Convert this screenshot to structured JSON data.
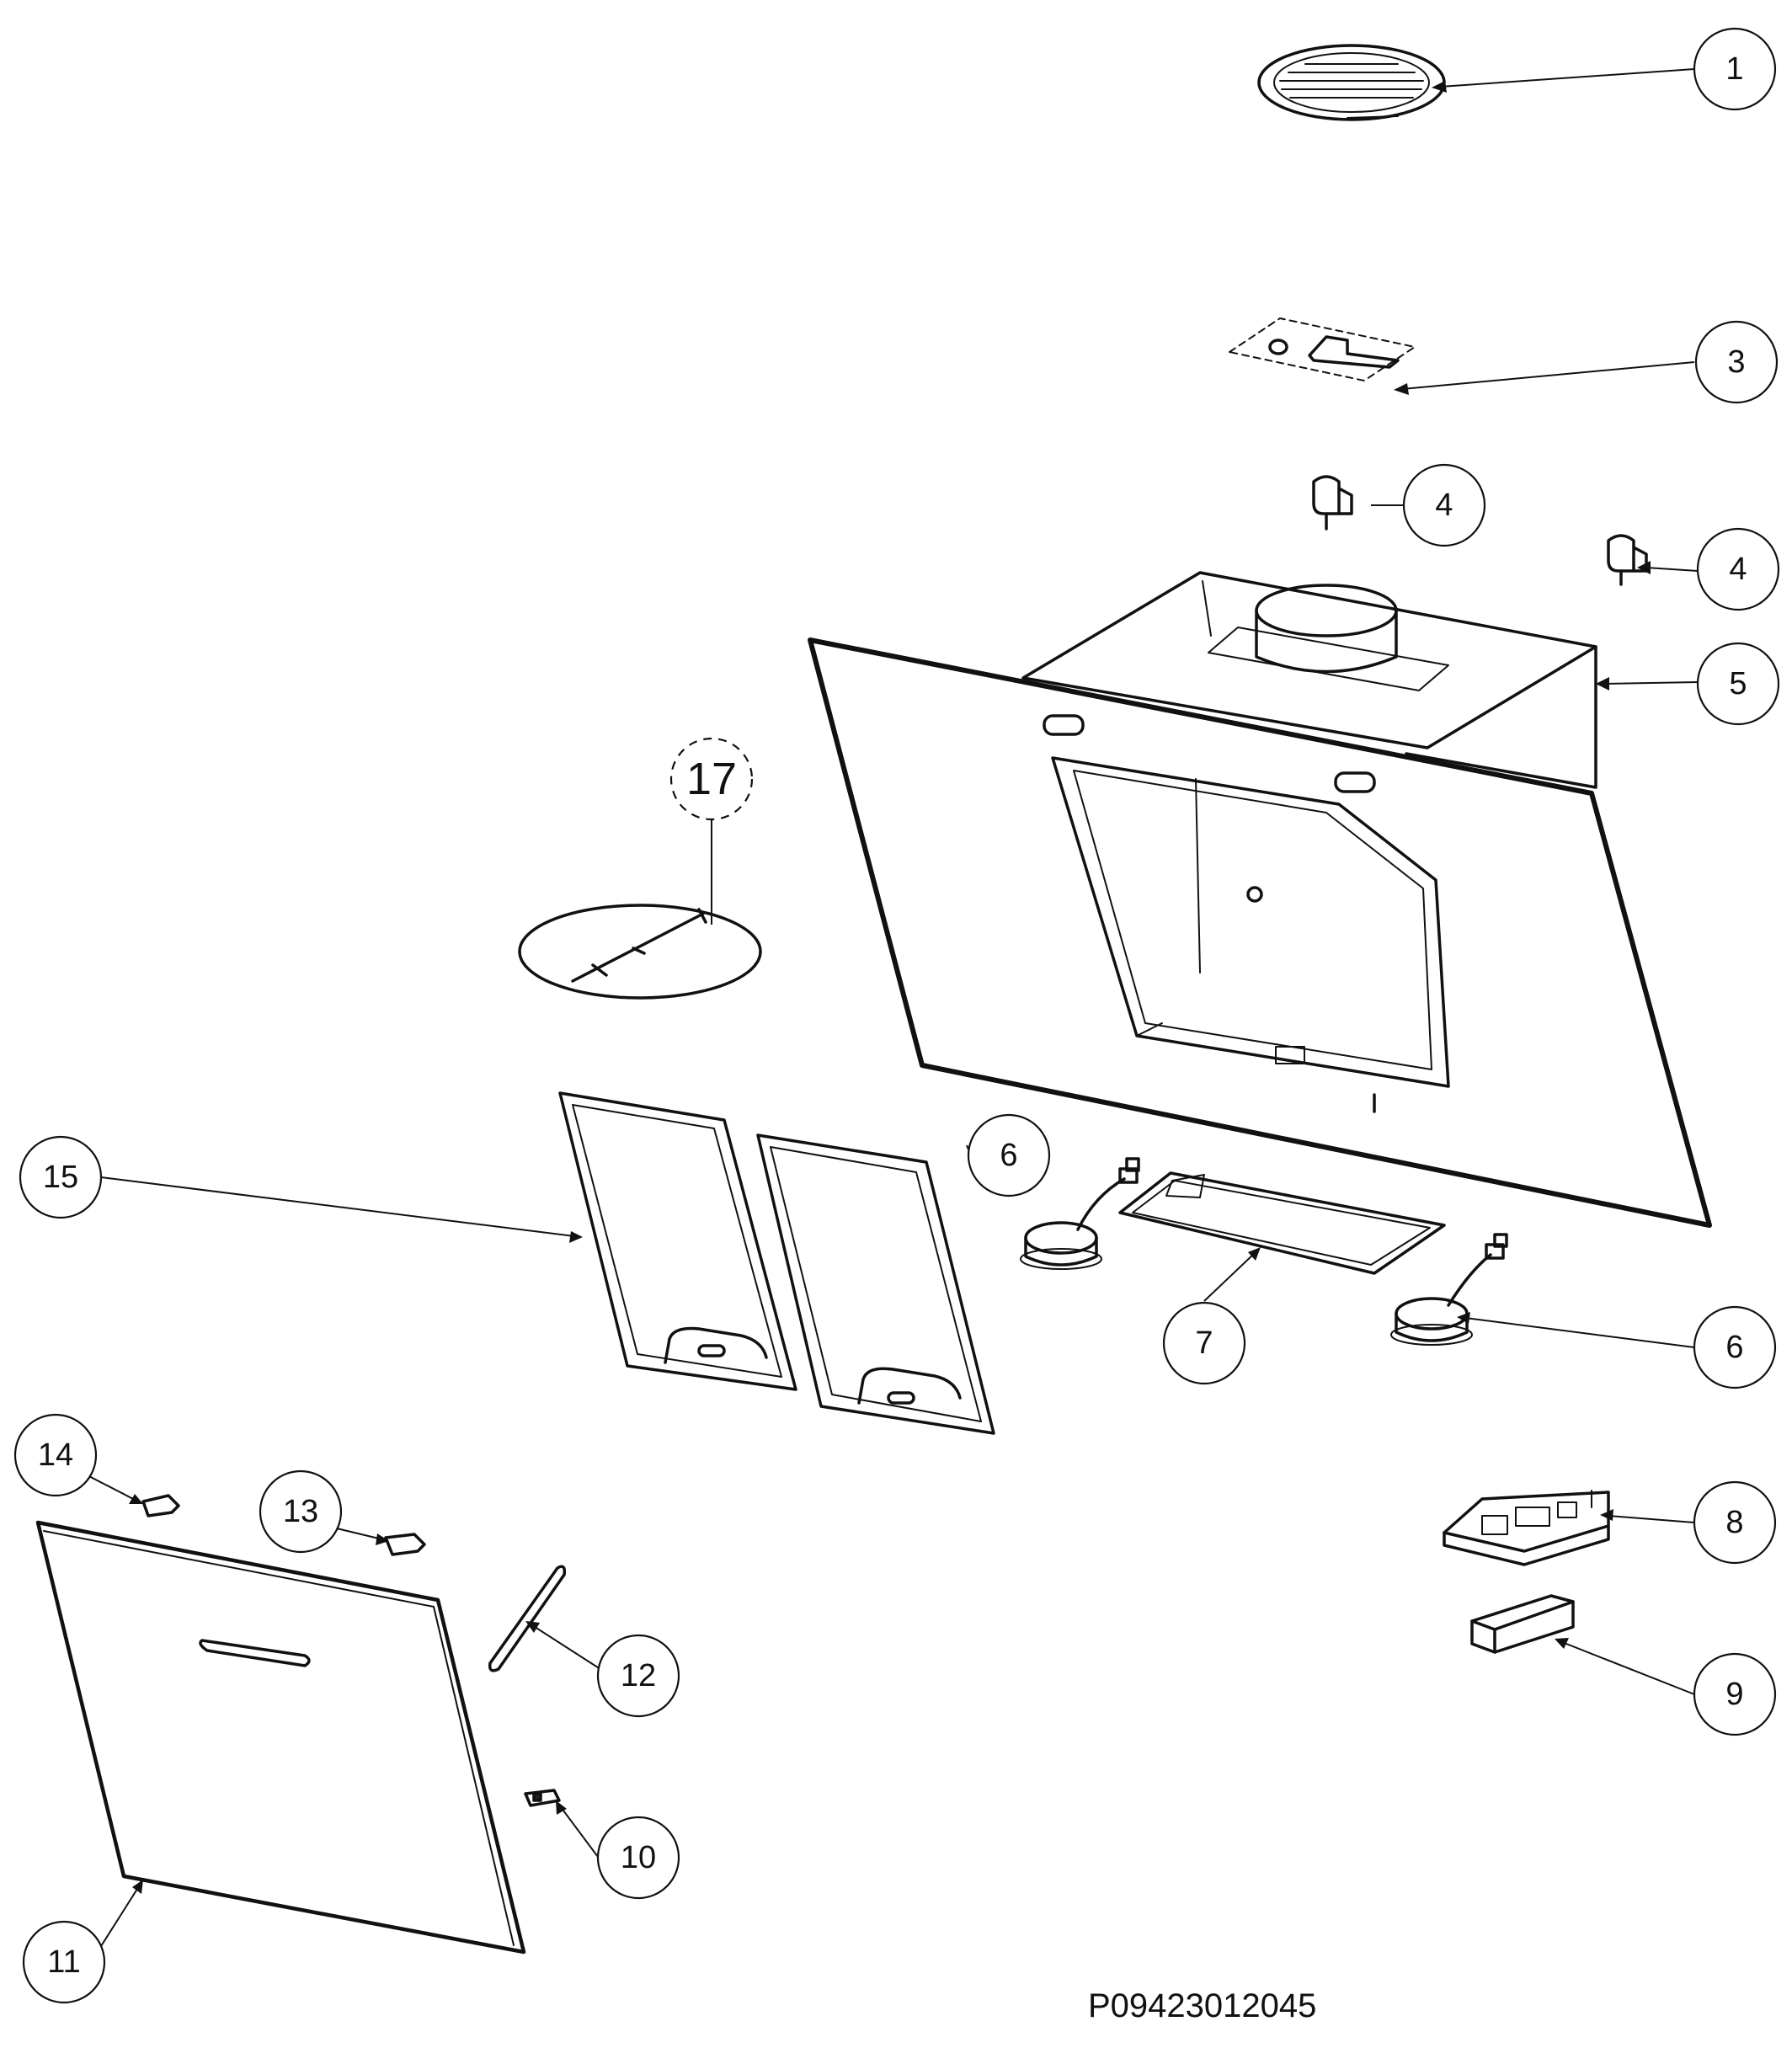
{
  "diagram": {
    "document_number": "P09423012045",
    "callouts": [
      {
        "id": "c1",
        "label": "1"
      },
      {
        "id": "c3",
        "label": "3"
      },
      {
        "id": "c4a",
        "label": "4"
      },
      {
        "id": "c4b",
        "label": "4"
      },
      {
        "id": "c5",
        "label": "5"
      },
      {
        "id": "c6a",
        "label": "6"
      },
      {
        "id": "c6b",
        "label": "6"
      },
      {
        "id": "c7",
        "label": "7"
      },
      {
        "id": "c8",
        "label": "8"
      },
      {
        "id": "c9",
        "label": "9"
      },
      {
        "id": "c10",
        "label": "10"
      },
      {
        "id": "c11",
        "label": "11"
      },
      {
        "id": "c12",
        "label": "12"
      },
      {
        "id": "c13",
        "label": "13"
      },
      {
        "id": "c14",
        "label": "14"
      },
      {
        "id": "c15",
        "label": "15"
      },
      {
        "id": "c17",
        "label": "17"
      }
    ]
  }
}
